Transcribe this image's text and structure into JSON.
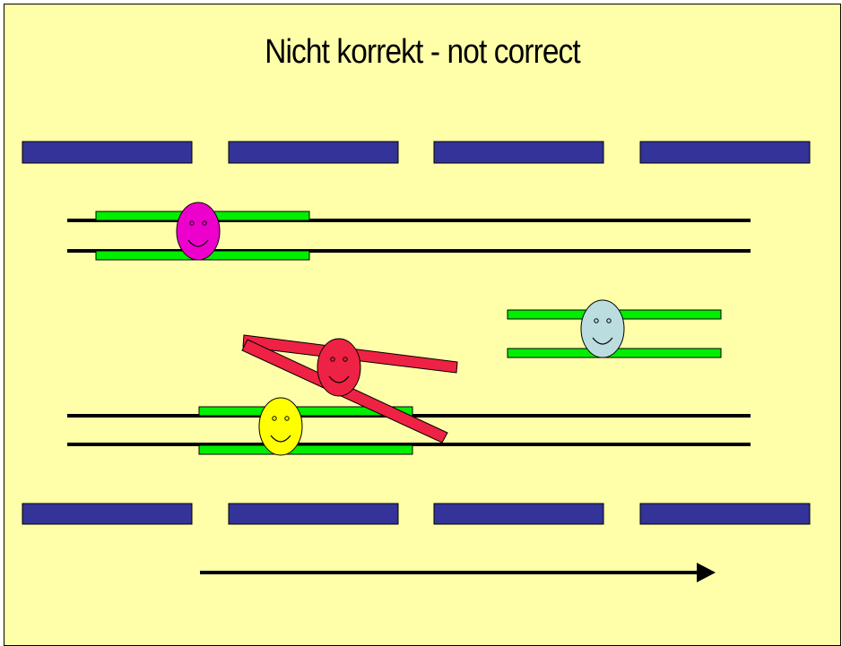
{
  "slide": {
    "title": "Nicht korrekt - not correct"
  },
  "colors": {
    "background": "#ffffaa",
    "border": "#000000",
    "barrier_block": "#333399",
    "track_line": "#000000",
    "green_strand": "#00ee00",
    "red_strand": "#ee2244",
    "arrow": "#000000"
  },
  "smileys": [
    {
      "name": "magenta-smiley",
      "color": "#ee00cc"
    },
    {
      "name": "lightblue-smiley",
      "color": "#bbdde0"
    },
    {
      "name": "red-smiley",
      "color": "#ee2244"
    },
    {
      "name": "yellow-smiley",
      "color": "#ffff00"
    }
  ],
  "icons": {
    "arrow": "right-arrow-icon",
    "smiley": "smiley-face-icon"
  }
}
